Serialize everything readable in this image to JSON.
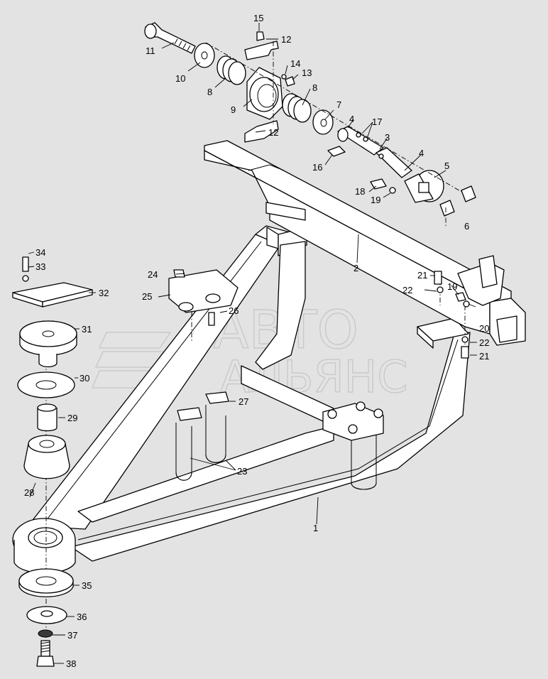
{
  "watermark": {
    "line1": "АВТО",
    "line2": "АЛЬЯНС"
  },
  "callouts": {
    "c1": "1",
    "c2": "2",
    "c3": "3",
    "c4a": "4",
    "c4b": "4",
    "c5": "5",
    "c6": "6",
    "c7": "7",
    "c8a": "8",
    "c8b": "8",
    "c9": "9",
    "c10": "10",
    "c11": "11",
    "c12a": "12",
    "c12b": "12",
    "c13": "13",
    "c14": "14",
    "c15": "15",
    "c16": "16",
    "c17": "17",
    "c18": "18",
    "c19a": "19",
    "c19b": "19",
    "c20": "20",
    "c21a": "21",
    "c21b": "21",
    "c22a": "22",
    "c22b": "22",
    "c23": "23",
    "c24": "24",
    "c25": "25",
    "c26": "26",
    "c27": "27",
    "c28": "28",
    "c29": "29",
    "c30": "30",
    "c31": "31",
    "c32": "32",
    "c33": "33",
    "c34": "34",
    "c35": "35",
    "c36": "36",
    "c37": "37",
    "c38": "38"
  }
}
